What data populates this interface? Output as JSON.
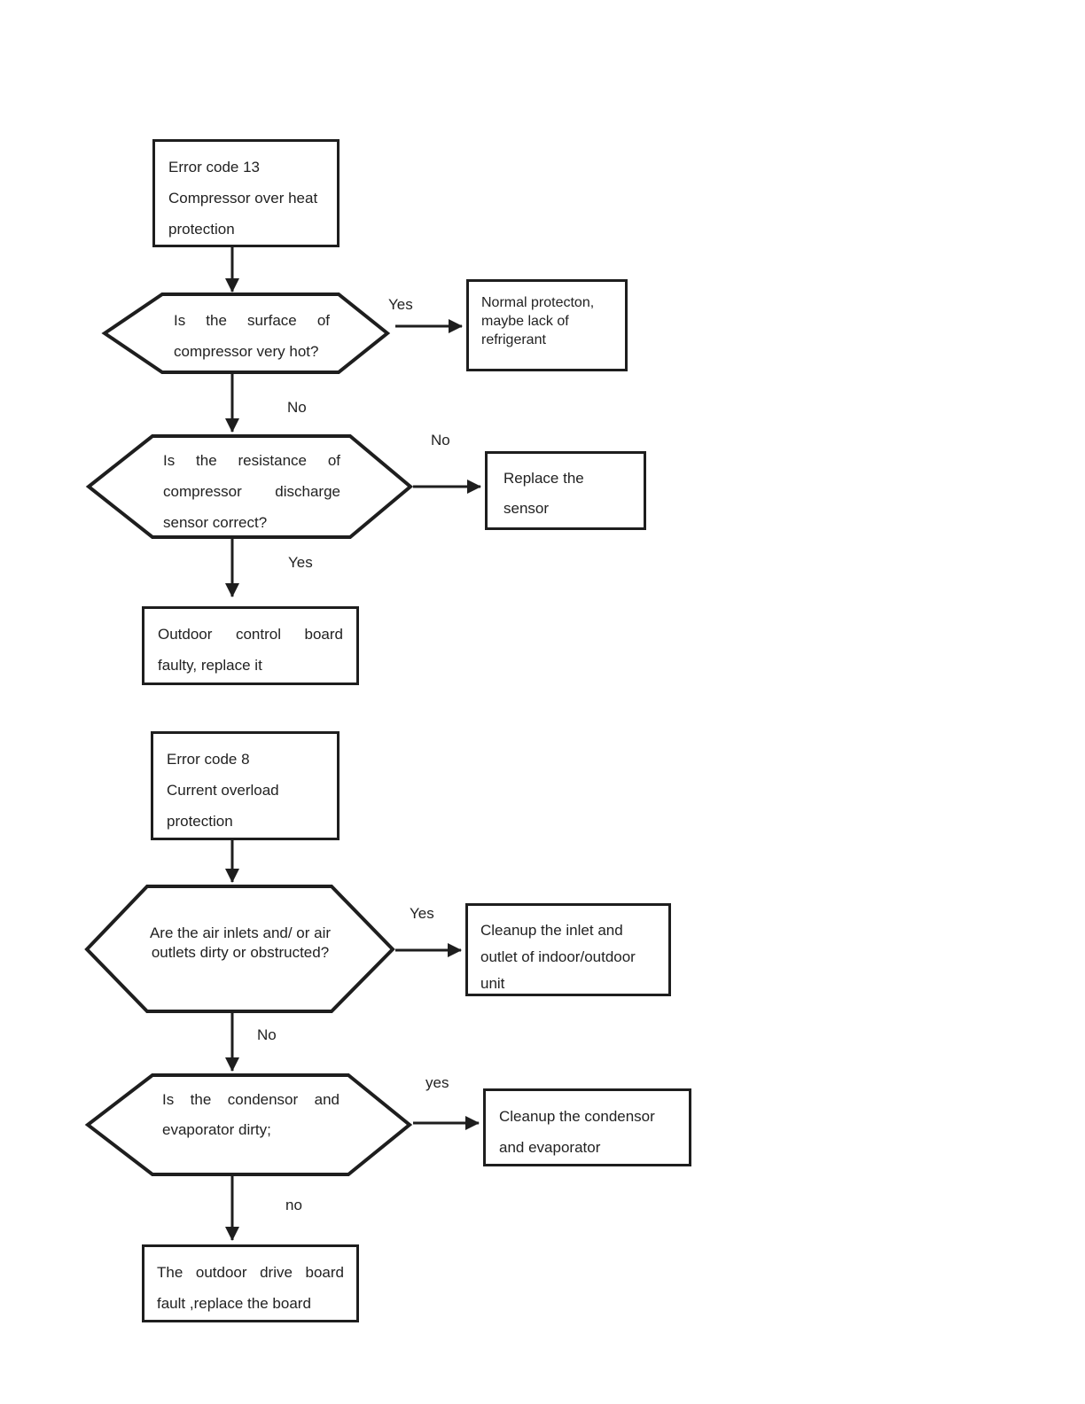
{
  "colors": {
    "ink": "#1e1e1e",
    "background": "#ffffff"
  },
  "chart1": {
    "start_box": {
      "lines": [
        "Error code 13",
        "Compressor over heat",
        "protection"
      ]
    },
    "decision_surface_hot": {
      "lines": [
        "Is the surface of",
        "compressor very hot?"
      ]
    },
    "yes_label_1": "Yes",
    "normal_protection_box": {
      "lines": [
        "Normal protecton,",
        "maybe lack of",
        "refrigerant"
      ]
    },
    "no_label_1": "No",
    "decision_sensor_resistance": {
      "lines": [
        "Is the resistance of",
        "compressor discharge",
        "sensor correct?"
      ]
    },
    "no_label_2": "No",
    "replace_sensor_box": {
      "lines": [
        "Replace the",
        "sensor"
      ]
    },
    "yes_label_2": "Yes",
    "end_box": {
      "lines": [
        "Outdoor control board",
        "faulty, replace it"
      ]
    }
  },
  "chart2": {
    "start_box": {
      "lines": [
        "Error code 8",
        "Current overload",
        "protection"
      ]
    },
    "decision_air_inlets": {
      "lines": [
        "Are the air inlets and/ or air",
        "outlets dirty or obstructed?"
      ]
    },
    "yes_label_1": "Yes",
    "cleanup_inlet_box": {
      "lines": [
        "Cleanup the inlet and",
        "outlet of indoor/outdoor",
        "unit"
      ]
    },
    "no_label_1": "No",
    "decision_condensor": {
      "lines": [
        "Is the condensor and",
        "evaporator dirty;"
      ]
    },
    "yes_label_2": "yes",
    "cleanup_condensor_box": {
      "lines": [
        "Cleanup the condensor",
        "and evaporator"
      ]
    },
    "no_label_2": "no",
    "end_box": {
      "lines": [
        "The outdoor drive board",
        "fault ,replace the board"
      ]
    }
  }
}
